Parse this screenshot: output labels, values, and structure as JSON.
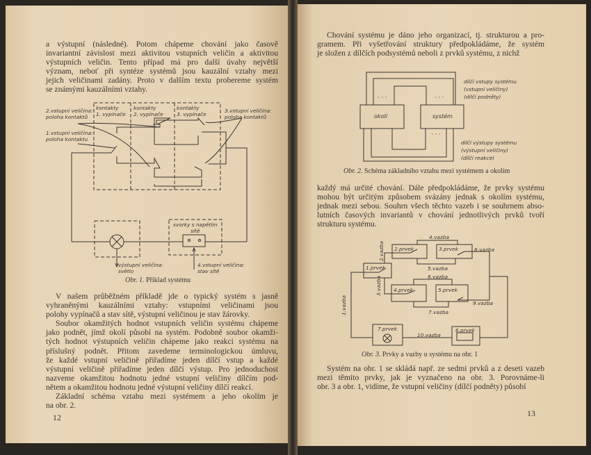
{
  "left_page": {
    "page_number": "12",
    "para1": [
      "a výstupní (následné). Potom chápeme chování jako časově",
      "invariantní závislost mezi aktivitou vstupních veličin a aktivitou",
      "výstupních veličin. Tento případ má pro další úvahy největší",
      "význam, neboť při syntéze systémů jsou kauzální vztahy mezi",
      "jejich veličinami zadány. Proto v dalším textu probereme systém",
      "se známými kauzálními vztahy."
    ],
    "figure1": {
      "caption_prefix": "Obr. 1.",
      "caption": "Příklad systému",
      "labels": {
        "k1": "kontakty\n1. vypínače",
        "k2": "kontakty\n2. vypínače",
        "k3": "kontakty\n3. vypínače",
        "in2": "2.vstupní veličina:\npoloha kontaktů",
        "in1": "1.vstupní veličina:\npoloha kontaktu",
        "in3": "3.vstupní veličina:\npoloha kontaktů",
        "svorky": "svorky s napětím\nsítě",
        "out": "výstupní veličina:\nsvětlo",
        "in4": "4.vstupní veličina:\nstav sítě"
      }
    },
    "para2": [
      "V našem průběžném příkladě jde o typický systém s jasně",
      "vyhraněnými kauzálními vztahy: vstupními veličinami jsou",
      "polohy vypínačů a stav sítě, výstupní veličinou je stav žárovky.",
      "Soubor okamžitých hodnot vstupních veličin systému chápeme",
      "jako podnět, jímž okolí působí na systém. Podobně soubor okamži-",
      "tých hodnot výstupních veličin chápeme jako reakci systému na",
      "příslušný podnět. Přitom zavedeme terminologickou úmluvu,",
      "že každé vstupní veličině přiřadíme jeden dílčí vstup a každé",
      "výstupní veličině přiřadíme jeden dílčí výstup. Pro jednoduchost",
      "nazveme okamžitou hodnotu jedné vstupní veličiny dílčím pod-",
      "nětem a okamžitou hodnotu jedné výstupní veličiny dílčí reakcí.",
      "Základní schéma vztahu mezi systémem a jeho okolím je",
      "na obr. 2."
    ]
  },
  "right_page": {
    "page_number": "13",
    "para1": [
      "Chování systému je dáno jeho organizací, tj. strukturou a pro-",
      "gramem. Při vyšetřování struktury předpokládáme, že systém",
      "je složen z dílčích podsystémů neboli z prvků systému, z nichž"
    ],
    "figure2": {
      "caption_prefix": "Obr. 2.",
      "caption": "Schéma základního vztahu mezi systémem a okolím",
      "labels": {
        "okoli": "okolí",
        "system": "systém",
        "inputs": "dílčí vstupy systému\n(vstupní veličiny)\n(dílčí podněty)",
        "outputs": "dílčí výstupy systému\n(výstupní veličiny)\n(dílčí reakce)"
      }
    },
    "para2": [
      "každý má určité chování. Dále předpokládáme, že prvky systému",
      "mohou být určitým způsobem svázány jednak s okolím systému,",
      "jednak mezi sebou. Souhrn všech těchto vazeb i se souhrnem abso-",
      "lutních časových invariantů v chování jednotlivých prvků tvoří",
      "strukturu systému."
    ],
    "figure3": {
      "caption_prefix": "Obr. 3.",
      "caption": "Prvky a vazby u systému na obr. 1",
      "prvky": [
        "1.prvek",
        "2.prvek",
        "3.prvek",
        "4.prvek",
        "5.prvek",
        "6.prvek",
        "7.prvek"
      ],
      "vazby": [
        "1.vazba",
        "2.vazba",
        "3.vazba",
        "4.vazba",
        "5.vazba",
        "6.vazba",
        "7.vazba",
        "8.vazba",
        "9.vazba",
        "10.vazba"
      ]
    },
    "para3": [
      "Systém na obr. 1 se skládá např. ze sedmi prvků a z deseti vazeb",
      "mezi těmito prvky, jak je vyznačeno na obr. 3. Porovnáme-li",
      "obr. 3 a obr. 1, vidíme, že vstupní veličiny (dílčí podněty) působí"
    ]
  }
}
